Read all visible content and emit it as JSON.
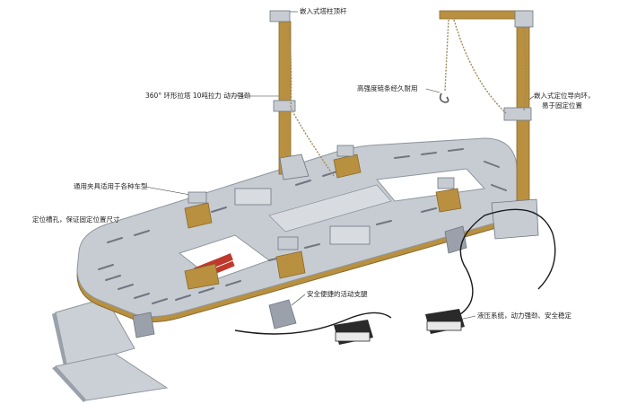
{
  "callouts": {
    "top_post": "嵌入式塔柱顶杆",
    "ring_pull": "360° 环形拉塔 10吨拉力 动力强劲",
    "chain": "高强度链条经久耐用",
    "guide_ring": "嵌入式定位导向环，",
    "guide_ring_2": "易于固定位置",
    "universal_clamp": "通用夹具适用于各种车型",
    "positioning_hole": "定位槽孔，保证固定位置尺寸",
    "support_leg": "安全便捷的活动支腿",
    "hydraulic": "液压系统，动力强劲、安全稳定"
  },
  "colors": {
    "frame": "#c7ccd3",
    "frame_dark": "#8f969f",
    "gold": "#b8903f",
    "slot": "#6f7680",
    "pump": "#2a2a2a",
    "ramp": "#b9bec5"
  }
}
